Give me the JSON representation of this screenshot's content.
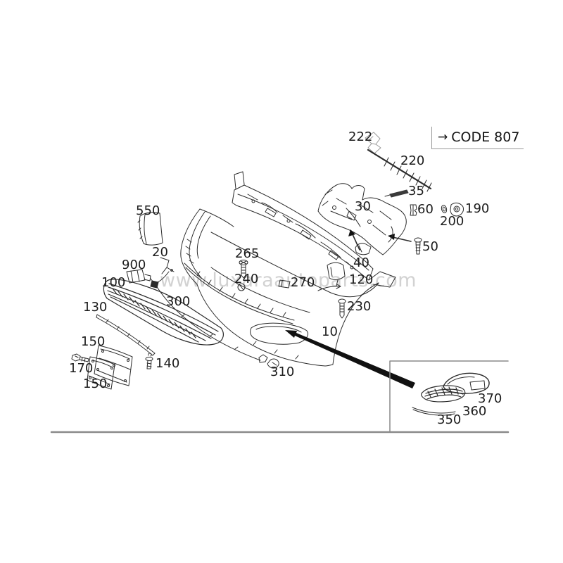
{
  "code_box": {
    "arrow": "→",
    "text": "CODE 807"
  },
  "watermark": {
    "text": "www.luxaraautoparts.com"
  },
  "labels": {
    "p222": "222",
    "p220": "220",
    "p35": "35",
    "p30": "30",
    "p60": "60",
    "p190": "190",
    "p200": "200",
    "p550": "550",
    "p50": "50",
    "p40": "40",
    "p20": "20",
    "p265": "265",
    "p900": "900",
    "p100": "100",
    "p240": "240",
    "p270": "270",
    "p120": "120",
    "p230": "230",
    "p130": "130",
    "p300": "300",
    "p10": "10",
    "p150a": "150",
    "p170": "170",
    "p140": "140",
    "p150b": "150",
    "p310": "310",
    "p370": "370",
    "p360": "360",
    "p350": "350"
  },
  "colors": {
    "line": "#2b2b2b",
    "gray_rule": "#8a8a8a",
    "watermark": "#cbcbcb",
    "arrow_fill": "#111111"
  }
}
